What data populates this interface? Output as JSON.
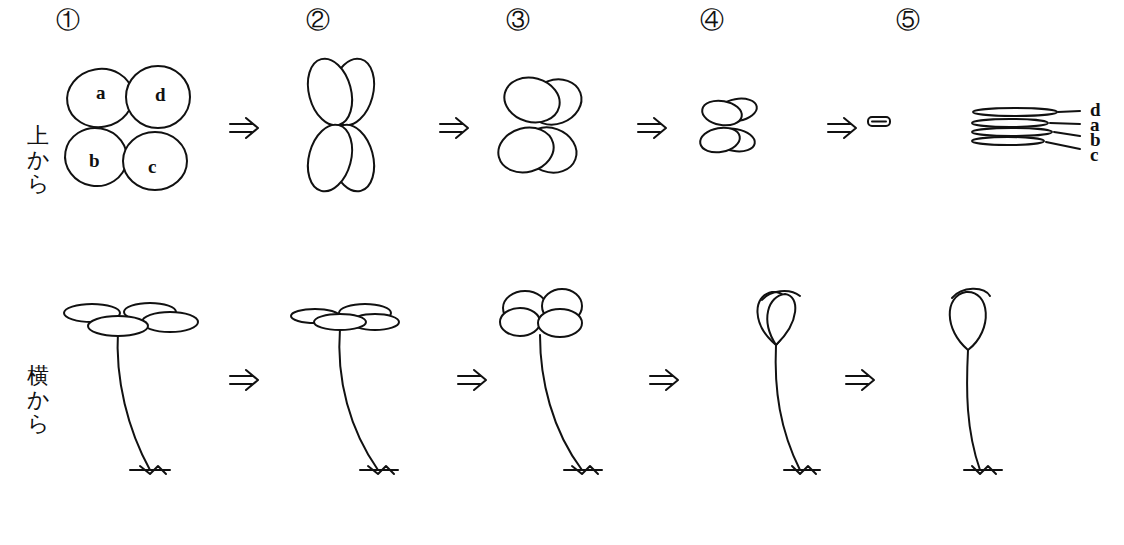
{
  "diagram": {
    "labels": [
      "①",
      "②",
      "③",
      "④",
      "⑤",
      "上から",
      "横から",
      "a",
      "d",
      "b",
      "c",
      "d",
      "a",
      "b",
      "c"
    ]
  }
}
